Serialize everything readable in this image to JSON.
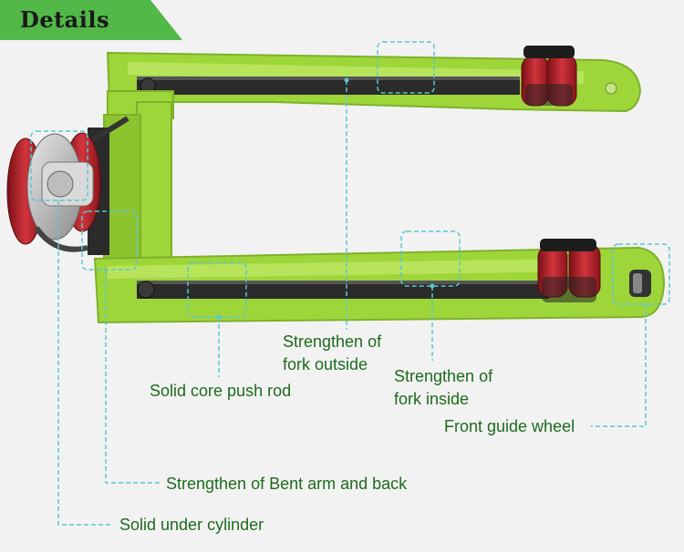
{
  "header": {
    "title": "Details"
  },
  "colors": {
    "frame": "#9ed63a",
    "accent": "#52b848",
    "label": "#1d6b1d",
    "leader": "#5bc6cf",
    "wheel": "#b8232b"
  },
  "labels": {
    "fork_outside_line1": "Strengthen of",
    "fork_outside_line2": "fork outside",
    "fork_inside_line1": "Strengthen of",
    "fork_inside_line2": "fork inside",
    "push_rod": "Solid core push rod",
    "guide_wheel": "Front guide wheel",
    "bent_arm": "Strengthen of Bent arm and back",
    "cylinder": "Solid under cylinder"
  }
}
